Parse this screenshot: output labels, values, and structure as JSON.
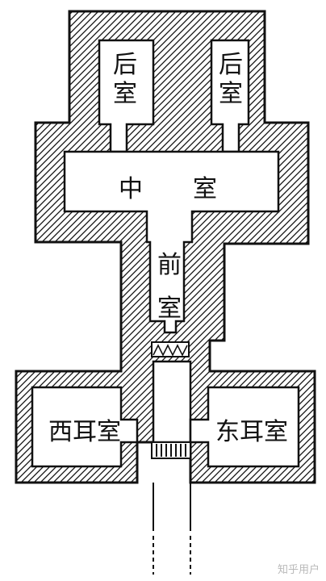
{
  "diagram": {
    "colors": {
      "wall_outline": "#111111",
      "hatch": "#111111",
      "room_fill": "#ffffff"
    },
    "rooms": {
      "rear_left": {
        "line1": "后",
        "line2": "室"
      },
      "rear_right": {
        "line1": "后",
        "line2": "室"
      },
      "middle": {
        "part1": "中",
        "part2": "室"
      },
      "front": {
        "line1": "前",
        "line2": "室"
      },
      "west_ear": "西耳室",
      "east_ear": "东耳室"
    },
    "watermark": "知乎用户"
  }
}
